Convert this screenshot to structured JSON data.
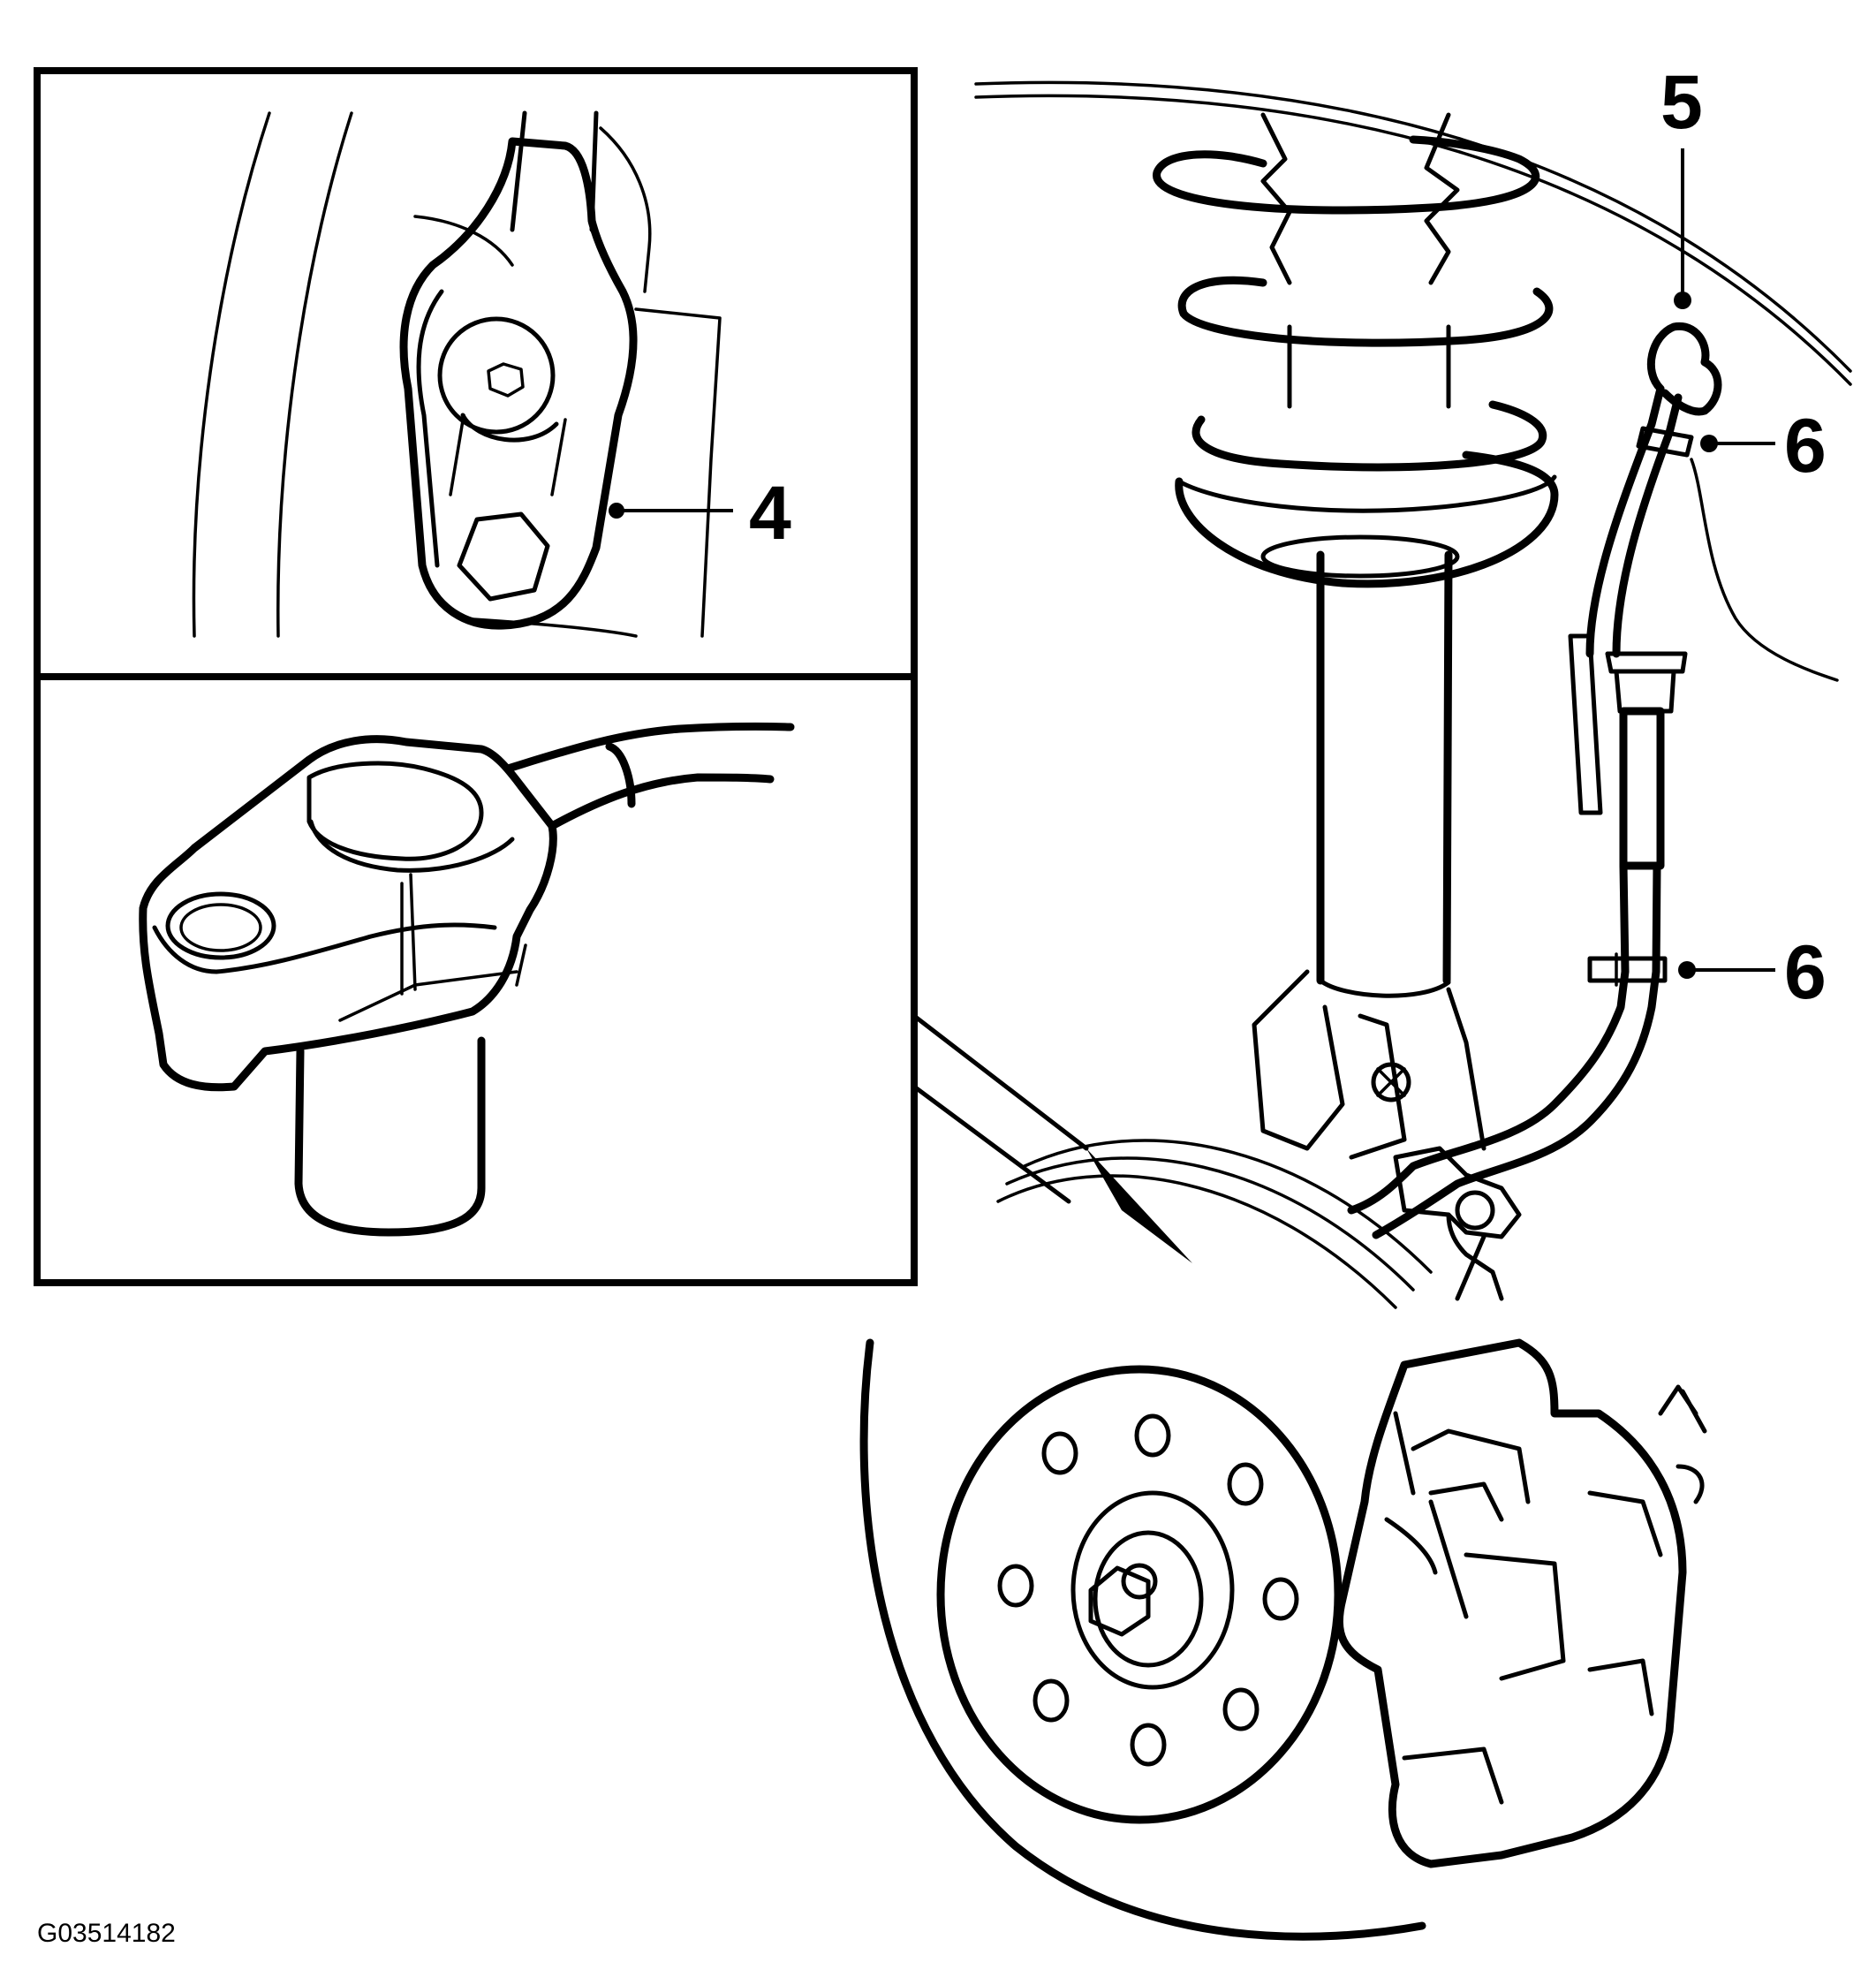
{
  "figure": {
    "id_label": "G03514182",
    "background": "#ffffff",
    "ink": "#000000"
  },
  "callouts": [
    {
      "number": "4",
      "target": "speed sensor (inset top view)"
    },
    {
      "number": "5",
      "target": "sensor wire connector"
    },
    {
      "number": "6",
      "target": "wire clip upper"
    },
    {
      "number": "6",
      "target": "wire clip lower"
    }
  ]
}
